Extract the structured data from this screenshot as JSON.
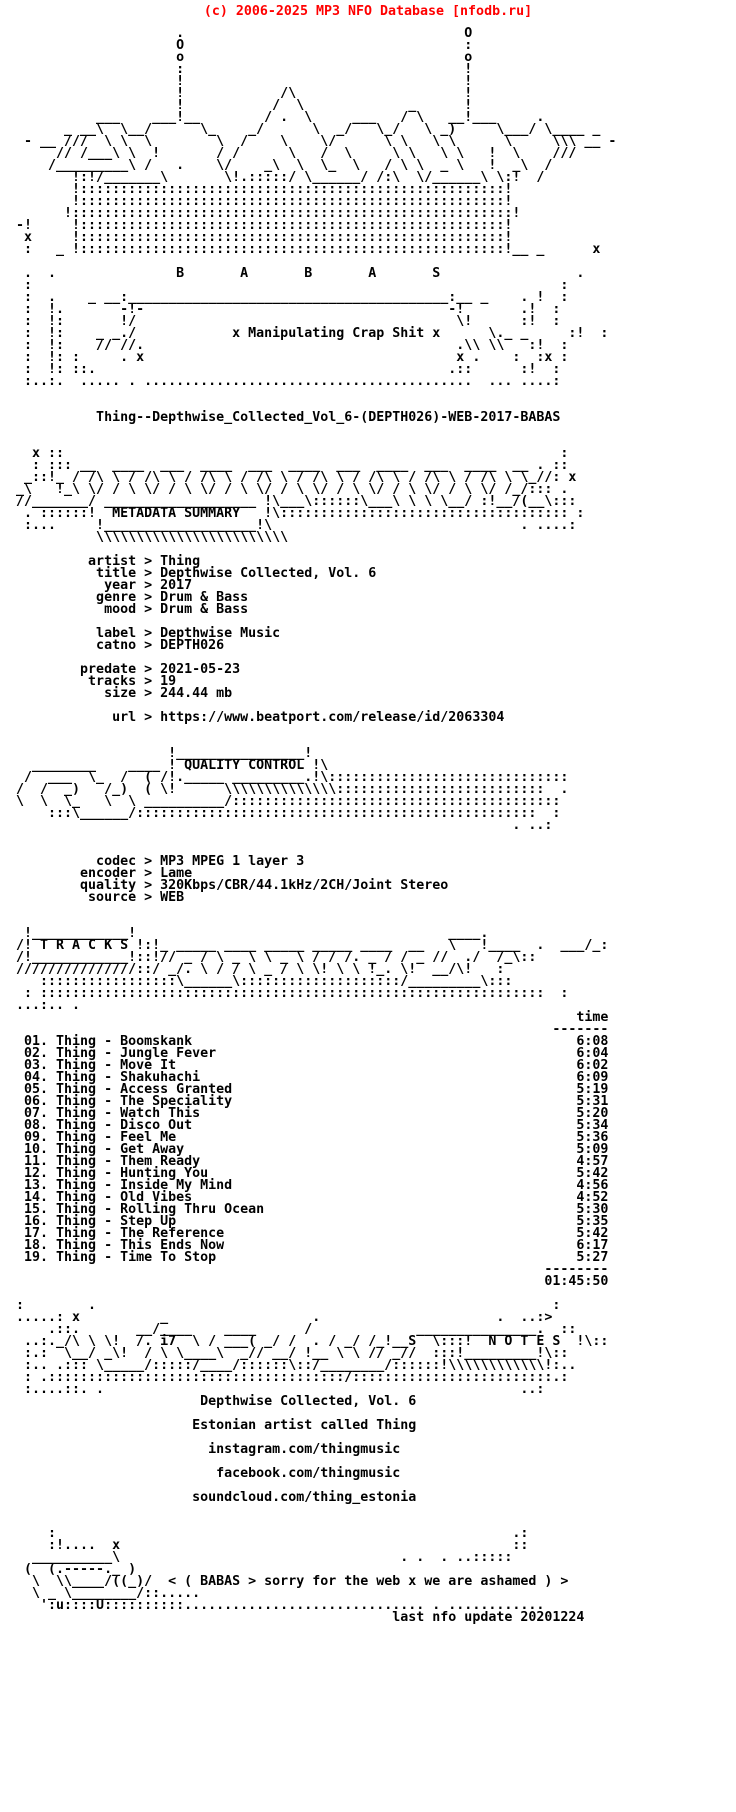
{
  "site_header": {
    "text": "(c) 2006-2025 MP3 NFO Database [nfodb.ru]"
  },
  "colors": {
    "header_text": "#ff0000",
    "body_text": "#000000",
    "background": "#ffffff"
  },
  "release_name": "Thing--Depthwise_Collected_Vol_6-(DEPTH026)-WEB-2017-BABAS",
  "group": {
    "letters": "B       A       B       A       S",
    "tagline": "x Manipulating Crap Shit x"
  },
  "metadata": {
    "section_title": "METADATA SUMMARY",
    "groups": [
      [
        {
          "label": "artist",
          "value": "Thing"
        },
        {
          "label": "title",
          "value": "Depthwise Collected, Vol. 6"
        },
        {
          "label": "year",
          "value": "2017"
        },
        {
          "label": "genre",
          "value": "Drum & Bass"
        },
        {
          "label": "mood",
          "value": "Drum & Bass"
        }
      ],
      [
        {
          "label": "label",
          "value": "Depthwise Music"
        },
        {
          "label": "catno",
          "value": "DEPTH026"
        }
      ],
      [
        {
          "label": "predate",
          "value": "2021-05-23"
        },
        {
          "label": "tracks",
          "value": "19"
        },
        {
          "label": "size",
          "value": "244.44 mb"
        }
      ],
      [
        {
          "label": "url",
          "value": "https://www.beatport.com/release/id/2063304"
        }
      ]
    ]
  },
  "quality": {
    "section_title": "QUALITY CONTROL",
    "groups": [
      [
        {
          "label": "codec",
          "value": "MP3 MPEG 1 layer 3"
        },
        {
          "label": "encoder",
          "value": "Lame"
        },
        {
          "label": "quality",
          "value": "320Kbps/CBR/44.1kHz/2CH/Joint Stereo"
        },
        {
          "label": "source",
          "value": "WEB"
        }
      ]
    ]
  },
  "tracks": {
    "section_title": "T R A C K S",
    "time_column_header": "time",
    "separator": "-------",
    "total_separator": "--------",
    "entries": [
      {
        "num": "01",
        "artist": "Thing",
        "title": "Boomskank",
        "duration": "6:08"
      },
      {
        "num": "02",
        "artist": "Thing",
        "title": "Jungle Fever",
        "duration": "6:04"
      },
      {
        "num": "03",
        "artist": "Thing",
        "title": "Move It",
        "duration": "6:02"
      },
      {
        "num": "04",
        "artist": "Thing",
        "title": "Shakuhachi",
        "duration": "6:09"
      },
      {
        "num": "05",
        "artist": "Thing",
        "title": "Access Granted",
        "duration": "5:19"
      },
      {
        "num": "06",
        "artist": "Thing",
        "title": "The Speciality",
        "duration": "5:31"
      },
      {
        "num": "07",
        "artist": "Thing",
        "title": "Watch This",
        "duration": "5:20"
      },
      {
        "num": "08",
        "artist": "Thing",
        "title": "Disco Out",
        "duration": "5:34"
      },
      {
        "num": "09",
        "artist": "Thing",
        "title": "Feel Me",
        "duration": "5:36"
      },
      {
        "num": "10",
        "artist": "Thing",
        "title": "Get Away",
        "duration": "5:09"
      },
      {
        "num": "11",
        "artist": "Thing",
        "title": "Them Ready",
        "duration": "4:57"
      },
      {
        "num": "12",
        "artist": "Thing",
        "title": "Hunting You",
        "duration": "5:42"
      },
      {
        "num": "13",
        "artist": "Thing",
        "title": "Inside My Mind",
        "duration": "4:56"
      },
      {
        "num": "14",
        "artist": "Thing",
        "title": "Old Vibes",
        "duration": "4:52"
      },
      {
        "num": "15",
        "artist": "Thing",
        "title": "Rolling Thru Ocean",
        "duration": "5:30"
      },
      {
        "num": "16",
        "artist": "Thing",
        "title": "Step Up",
        "duration": "5:35"
      },
      {
        "num": "17",
        "artist": "Thing",
        "title": "The Reference",
        "duration": "5:42"
      },
      {
        "num": "18",
        "artist": "Thing",
        "title": "This Ends Now",
        "duration": "6:17"
      },
      {
        "num": "19",
        "artist": "Thing",
        "title": "Time To Stop",
        "duration": "5:27"
      }
    ],
    "total_duration": "01:45:50"
  },
  "notes": {
    "section_title": "N O T E S",
    "lines": [
      "Depthwise Collected, Vol. 6",
      "Estonian artist called Thing",
      "instagram.com/thingmusic",
      "facebook.com/thingmusic",
      "soundcloud.com/thing_estonia"
    ]
  },
  "footer": {
    "group_message": "< ( BABAS > sorry for the web x we are ashamed ) >",
    "last_update": "last nfo update 20201224"
  },
  "art": {
    "top": {
      "a": [
        "                     .                                   O",
        "                     O                                   :",
        "                     o                                   o",
        "                     :                                   !",
        "                     !                                   !",
        "                     !            /\\                     !",
        "                     !           /  \\             _      !",
        "           ___    ___!__        / .  \\     ___   / \\   __!___     .",
        "       _ __\\  \\__/      \\_    _/      \\  _/   \\_/   \\ _)     \\___/ \\____ _",
        "  - __ ///  \\ \\  \\        \\  /    \\    \\/      \\ \\   \\ \\      \\     \\\\\\ __ -",
        "      // /___\\ \\  !       / /      \\   /  \\     \\ \\   \\ \\   !  \\    ///",
        "     /_________\\ /   .    \\/    _\\  \\  \\_  \\   / \\ \\  _ \\   !  _\\  /",
        "        !:!/_______\\       \\!.:::::/ \\______/ /:\\  \\/______\\ \\:!  /",
        "        !:::::::::::::::::::::::::::::::::::::::::::::::::::::!",
        "        !:::::::::::::::::::::::::::::::::::::::::::::::::::::!",
        "       !:::::::::::::::::::::::::::::::::::::::::::::::::::::::!",
        " -!     !:::::::::::::::::::::::::::::::::::::::::::::::::::::!",
        "  x     !:::::::::::::::::::::::::::::::::::::::::::::::::::::!",
        "  :   _ !:::::::::::::::::::::::::::::::::::::::::::::::::::::!__ _      x",
        ""
      ],
      "letters_prefix": "  .  .               ",
      "letters_suffix": "                 .",
      "b": [
        "  :                                                                  :",
        "  :  .    _ __:________________________________________:__ _    . !  :",
        "  :  !.       -!-                                      -!       .!  :",
        "  :  !:       !/                                        \\!      :!  :"
      ],
      "tagline_prefix": "  :  !:    _ _./            ",
      "tagline_suffix": "      \\._ _     :!  :",
      "c": [
        "  :  !:    // //.                                       .\\\\ \\\\   :!  :",
        "  :  !: :     . x                                       x .    :  :x :",
        "  :  !: ::.                                            .::      :!  :",
        "  :..:.  ..... . .........................................  ... ....:"
      ]
    },
    "metadata_banner": {
      "a": [
        "   x ::                                                              :",
        "   : ::: __  ____  ___  ____  ___  ____  ___  ____  ___  ____  __ . ::",
        "  _::!_ / /\\ \\ / /\\ \\ / /\\ \\ / /\\ \\ / /\\ \\ / /\\ \\ / /\\ \\ / /\\ \\ \\_//: x",
        " _\\   !_\\ \\/ / \\ \\/ / \\ \\/ / \\ \\/ / \\ \\/ / \\ \\/ / \\ \\/ / \\ \\/ /_/::: .",
        " //_______/ ___________________ !\\___\\::::::\\___\\ \\ \\ \\__/ :!__/(__\\:::"
      ],
      "title_prefix": "  . ::::::!  ",
      "title_suffix": "   !\\:::::::::::::::::::::::::::::::::::: :",
      "b": [
        "  :...     !___________________!\\                               . ....:",
        "           \\\\\\\\\\\\\\\\\\\\\\\\\\\\\\\\\\\\\\\\\\\\\\\\"
      ]
    },
    "quality_banner": {
      "a": [
        "                    !________________!"
      ],
      "title_prefix": "   ________    ____ ! ",
      "title_suffix": " !\\",
      "b": [
        "  /  ___  \\_  /  ( /!._____ _________.!\\::::::::::::::::::::::::::::::",
        " /  /  _)   /_)  ( \\!      \\\\\\\\\\\\\\\\\\\\\\\\\\\\::::::::::::::::::::::::::  .",
        " \\  \\  \\_   \\  \\ __________/:::::::::::::::::::::::::::::::::::::::::",
        "     :::\\______/::::::::::::::::::::::::::::::::::::::::::::::::::  :",
        "                                                               . ..:"
      ]
    },
    "tracks_banner": {
      "a": [
        "  !____________!                                       ____."
      ],
      "title_prefix": " /! ",
      "title_suffix": " !:!_ _____ ____ _____ _____ ____  __   \\   !____  .  ___/_:",
      "b": [
        " /!____________!::!// _ / \\ _ \\ \\ _ \\ / / /. _ / / _ //  ./  /_\\::",
        " ///////////////::/ _/. \\ / / \\ _ / \\ \\! \\ \\ !_. \\!  __/\\!   :",
        "    :::::::::::::::::\\______\\::::::::::::::::::::/_________\\:::",
        "  : :::::::::::::::::::::::::::::::::::::::::::::::::::::::::::::::  :",
        " ...:.. ."
      ]
    },
    "notes_banner": {
      "a": [
        " :        .                                                         :",
        " .....: x          _                  .                      .  ..:>",
        "     .::.       __/____    ____      /             _______________.  ::"
      ],
      "title_prefix": "  ..:._/\\ \\ \\!  /. i7  \\ / ___( _/ /  . / _/ /_!__S  \\:::!  ",
      "title_suffix": "  !\\::",
      "b": [
        "  :.:  \\__/ _\\!  / \\ \\____\\  _// __/ !__ \\ \\ // _//  :::!_________!\\::",
        "  :.. .::: \\_____/:::::/____/::::::\\::/________/::::::!\\\\\\\\\\\\\\\\\\\\\\\\!:..",
        "  : .:::::::::::::::::::::::::::::::::::::/:::::::::::::::::::::::::.:",
        "  :....::. .                                                    ..:"
      ]
    },
    "bottom": {
      "a": [
        "     :                                                         .:",
        "     :!....  x                                                 ::",
        "   __________\\                                   . .  . ..:::::",
        "  (  (.-----._ )"
      ],
      "message_prefix": "   \\  \\\\____/((_)/  ",
      "b": [
        "   \\ _ \\________/::.....",
        "    ':u::::U::::::::::.............................. . ............"
      ]
    }
  }
}
